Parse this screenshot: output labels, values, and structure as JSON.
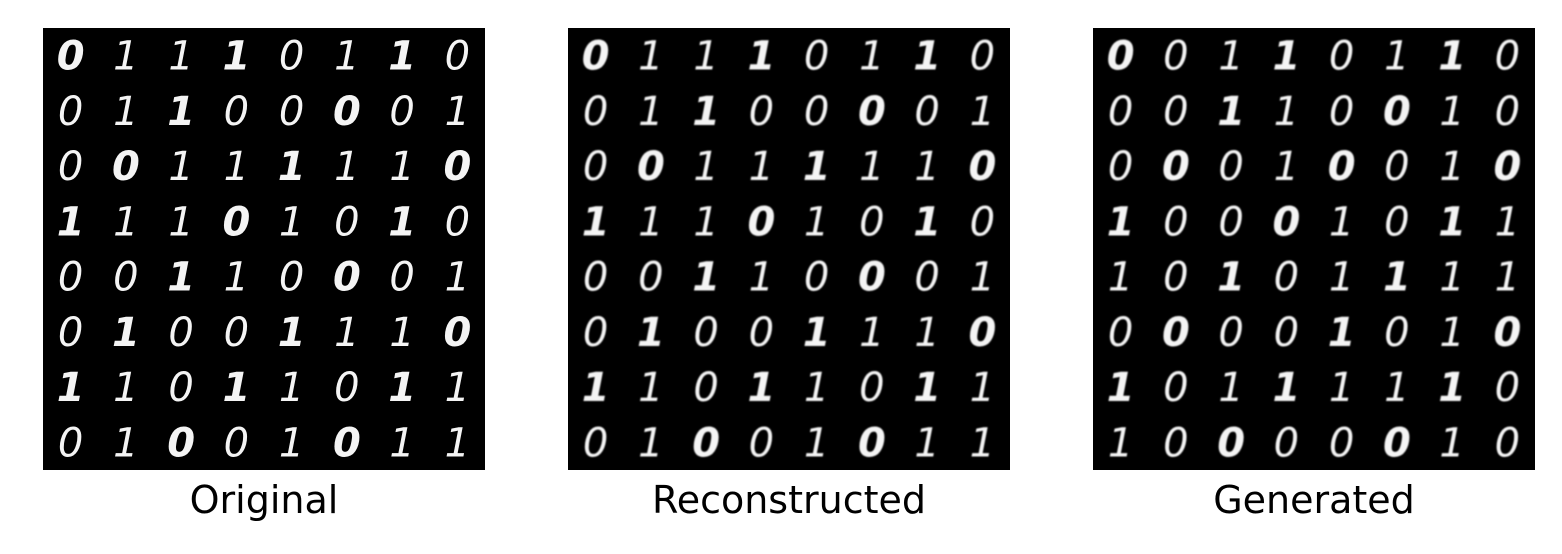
{
  "panels": [
    {
      "caption": "Original",
      "rows": [
        "0 1 1 1 0 1 1 0",
        "0 1 1 0 0 0 0 1",
        "0 0 1 1 1 1 1 0",
        "1 1 1 0 1 0 1 0",
        "0 0 1 1 0 0 0 1",
        "0 1 0 0 1 1 1 0",
        "1 1 0 1 1 0 1 1",
        "0 1 0 0 1 0 1 1"
      ]
    },
    {
      "caption": "Reconstructed",
      "rows": [
        "0 1 1 1 0 1 1 0",
        "0 1 1 0 0 0 0 1",
        "0 0 1 1 1 1 1 0",
        "1 1 1 0 1 0 1 0",
        "0 0 1 1 0 0 0 1",
        "0 1 0 0 1 1 1 0",
        "1 1 0 1 1 0 1 1",
        "0 1 0 0 1 0 1 1"
      ]
    },
    {
      "caption": "Generated",
      "rows": [
        "0 0 1 1 0 1 1 0",
        "0 0 1 1 0 0 1 0",
        "0 0 0 1 0 0 1 0",
        "1 0 0 0 1 0 1 1",
        "1 0 1 0 1 1 1 1",
        "0 0 0 0 1 0 1 0",
        "1 0 1 1 1 1 1 0",
        "1 0 0 0 0 0 1 0"
      ]
    }
  ]
}
